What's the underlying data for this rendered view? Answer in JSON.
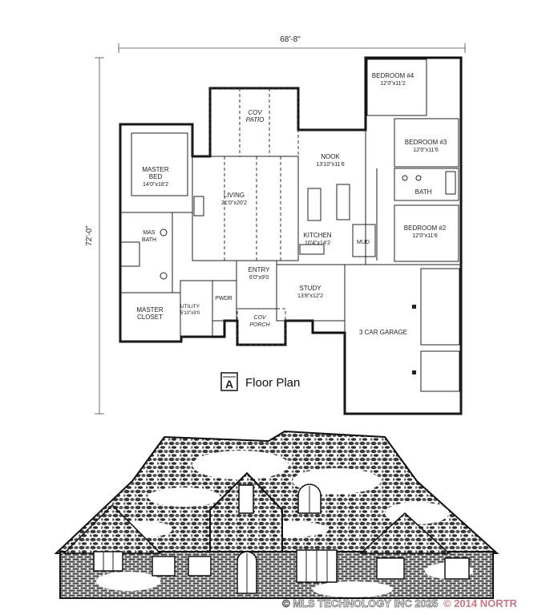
{
  "plan": {
    "width_dimension": "68'-8\"",
    "depth_dimension": "72'-0\"",
    "title_letter": "A",
    "title": "Floor Plan",
    "rooms": {
      "bedroom4": {
        "name": "BEDROOM #4",
        "size": "12'0\"x11'2"
      },
      "bedroom3": {
        "name": "BEDROOM #3",
        "size": "12'0\"x11'6"
      },
      "bedroom2": {
        "name": "BEDROOM #2",
        "size": "12'0\"x11'6"
      },
      "bath": {
        "name": "BATH"
      },
      "patio": {
        "name": "COV",
        "size": "PATIO"
      },
      "nook": {
        "name": "NOOK",
        "size": "13'10\"x11'6"
      },
      "master_bed": {
        "name": "MASTER",
        "name2": "BED",
        "size": "14'0\"x18'2"
      },
      "living": {
        "name": "LIVING",
        "size": "21'0\"x20'2"
      },
      "mas_bath": {
        "name": "MAS",
        "name2": "BATH"
      },
      "kitchen": {
        "name": "KITCHEN",
        "size": "10'4\"x14'2"
      },
      "mud": {
        "name": "MUD"
      },
      "entry": {
        "name": "ENTRY",
        "size": "6'0\"x9'0"
      },
      "study": {
        "name": "STUDY",
        "size": "13'8\"x12'2"
      },
      "master_closet": {
        "name": "MASTER",
        "name2": "CLOSET"
      },
      "utility": {
        "name": "UTILITY",
        "size": "5'10\"x9'0"
      },
      "pwdr": {
        "name": "PWDR"
      },
      "porch": {
        "name": "COV",
        "size": "PORCH"
      },
      "garage": {
        "name": "3 CAR GARAGE"
      }
    }
  },
  "watermark": "© MLS TECHNOLOGY INC 2025",
  "overlay_text": "© 2014 NORTR"
}
